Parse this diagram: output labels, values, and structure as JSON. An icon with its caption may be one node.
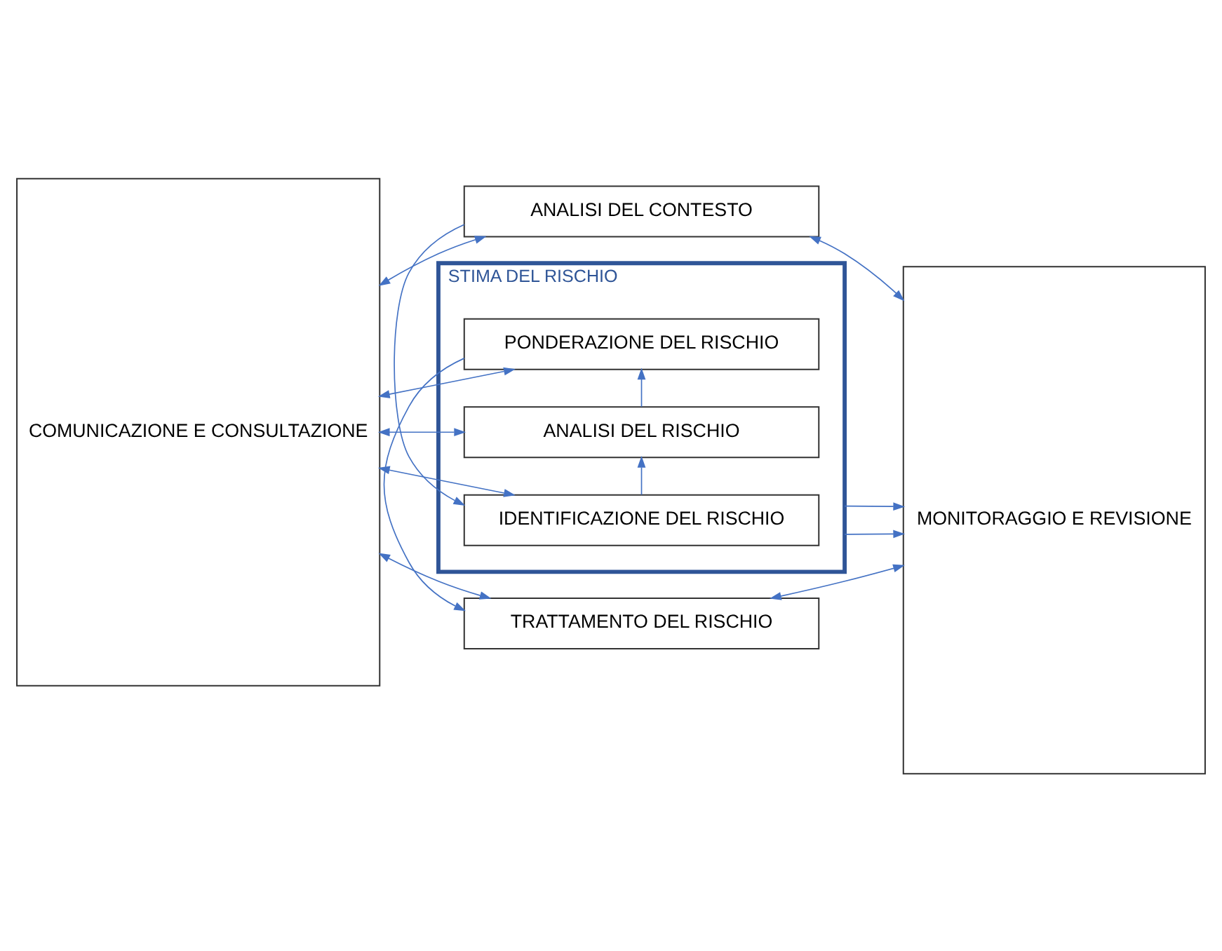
{
  "diagram": {
    "nodes": [
      {
        "text": [
          "COMUNICAZIONE E CONSULTAZIONE"
        ]
      },
      {
        "text": [
          "ANALISI DEL CONTESTO"
        ]
      },
      {
        "text": [
          "STIMA DEL RISCHIO"
        ]
      },
      {
        "text": [
          "IDENTIFICAZIONE DEL RISCHIO"
        ],
        "in": 2
      },
      {
        "text": [
          "ANALISI DEL RISCHIO"
        ],
        "in": 2
      },
      {
        "text": [
          "PONDERAZIONE DEL RISCHIO"
        ],
        "in": 2
      },
      {
        "text": [
          "TRATTAMENTO DEL RISCHIO"
        ]
      },
      {
        "text": [
          "MONITORAGGIO E REVISIONE"
        ]
      }
    ],
    "edges": [
      {
        "from": 0,
        "to": 1,
        "arrow": "both"
      },
      {
        "from": 1,
        "to": 7,
        "arrow": "both"
      },
      {
        "from": 1,
        "to": 3,
        "arrow": "to"
      },
      {
        "from": 2,
        "to": 7,
        "arrow": "to"
      },
      {
        "from": 0,
        "to": 3,
        "arrow": "both"
      },
      {
        "from": 3,
        "to": 4,
        "arrow": "to"
      },
      {
        "from": 0,
        "to": 4,
        "arrow": "both"
      },
      {
        "from": 4,
        "to": 5,
        "arrow": "to"
      },
      {
        "from": 0,
        "to": 5,
        "arrow": "both"
      },
      {
        "from": 2,
        "to": 7,
        "arrow": "to"
      },
      {
        "from": 5,
        "to": 6,
        "arrow": "to"
      },
      {
        "from": 0,
        "to": 6,
        "arrow": "both"
      },
      {
        "from": 6,
        "to": 7,
        "arrow": "both"
      }
    ]
  }
}
